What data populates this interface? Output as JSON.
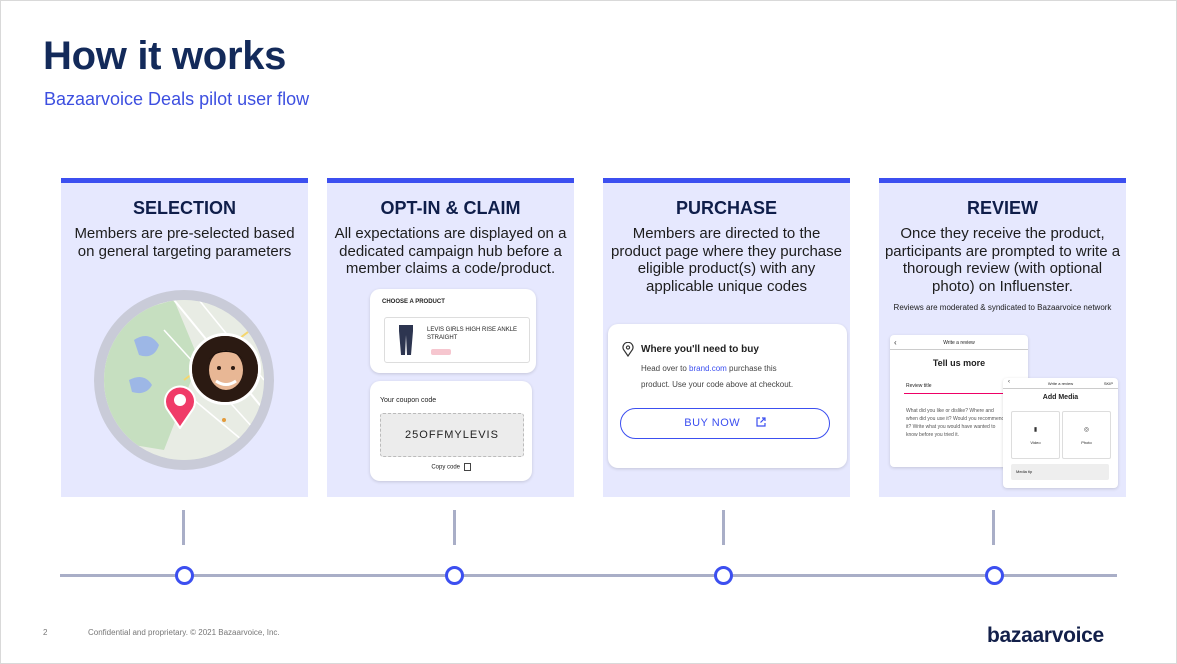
{
  "slide": {
    "title": "How it works",
    "subtitle": "Bazaarvoice Deals pilot user flow",
    "page_number": "2",
    "confidential": "Confidential and proprietary. © 2021 Bazaarvoice, Inc.",
    "logo": "bazaarvoice",
    "accent": "#3c4ff0",
    "card_bg": "#e6e8fe"
  },
  "steps": [
    {
      "title": "SELECTION",
      "desc": "Members are pre-selected based on general targeting parameters"
    },
    {
      "title": "OPT-IN & CLAIM",
      "desc": "All expectations are displayed on a dedicated campaign hub before a member claims a code/product.",
      "mock": {
        "choose_label": "CHOOSE A PRODUCT",
        "product_name": "LEVIS GIRLS HIGH RISE ANKLE STRAIGHT",
        "coupon_label": "Your coupon code",
        "coupon_code": "25OFFMYLEVIS",
        "copy_label": "Copy code"
      }
    },
    {
      "title": "PURCHASE",
      "desc": "Members are directed to the product page where they purchase eligible product(s) with any applicable unique codes",
      "mock": {
        "heading": "Where you'll need to buy",
        "text_before": "Head over to ",
        "link": "brand.com",
        "text_after": " purchase this",
        "line2": "product. Use your code above at checkout.",
        "button": "BUY NOW"
      }
    },
    {
      "title": "REVIEW",
      "desc": "Once they receive the product, participants are prompted to write a thorough review (with optional photo) on Influenster.",
      "note": "Reviews are moderated & syndicated to Bazaarvoice network",
      "mock": {
        "header": "Write a review",
        "tell_us": "Tell us more",
        "review_title": "Review title",
        "body_text": "What did you like or dislike? Where and when did you use it? Would you recommend it? Write what you would have wanted to know before you tried it.",
        "header2": "Write a review",
        "skip": "SKIP",
        "add_media": "Add Media",
        "video": "Video",
        "photo": "Photo",
        "media_tip": "Media tip"
      }
    }
  ]
}
